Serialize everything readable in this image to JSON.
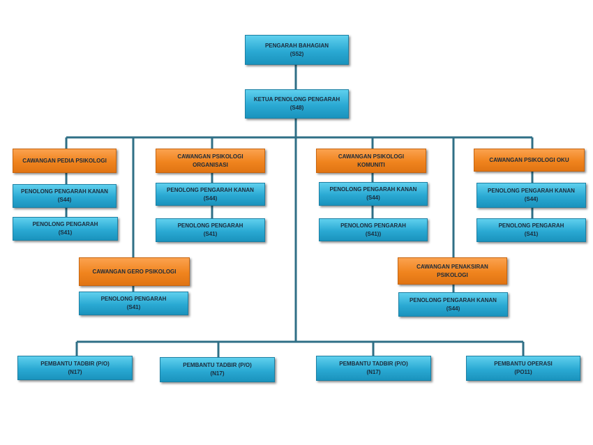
{
  "colors": {
    "line": "#2f6f86",
    "blue": "#2aa9d3",
    "orange": "#f0841e"
  },
  "nodes": {
    "director": {
      "title": "PENGARAH BAHAGIAN",
      "grade": "(S52)"
    },
    "deputy": {
      "title": "KETUA PENOLONG PENGARAH",
      "grade": "(S48)"
    },
    "pedia": {
      "title": "CAWANGAN PEDIA PSIKOLOGI",
      "ppk": "PENOLONG PENGARAH KANAN",
      "ppk_grade": "(S44)",
      "pp": "PENOLONG PENGARAH",
      "pp_grade": "(S41)"
    },
    "organisasi": {
      "title": "CAWANGAN PSIKOLOGI",
      "title2": "ORGANISASI",
      "ppk": "PENOLONG PENGARAH KANAN",
      "ppk_grade": "(S44)",
      "pp": "PENOLONG PENGARAH",
      "pp_grade": "(S41)"
    },
    "komuniti": {
      "title": "CAWANGAN PSIKOLOGI",
      "title2": "KOMUNITI",
      "ppk": "PENOLONG PENGARAH KANAN",
      "ppk_grade": "(S44)",
      "pp": "PENOLONG PENGARAH",
      "pp_grade": "(S41))"
    },
    "oku": {
      "title": "CAWANGAN PSIKOLOGI OKU",
      "ppk": "PENOLONG PENGARAH KANAN",
      "ppk_grade": "(S44)",
      "pp": "PENOLONG PENGARAH",
      "pp_grade": "(S41)"
    },
    "gero": {
      "title": "CAWANGAN GERO PSIKOLOGI",
      "pp": "PENOLONG PENGARAH",
      "pp_grade": "(S41)"
    },
    "penaksiran": {
      "title": "CAWANGAN PENAKSIRAN",
      "title2": "PSIKOLOGI",
      "ppk": "PENOLONG PENGARAH KANAN",
      "ppk_grade": "(S44)"
    },
    "support": [
      {
        "title": "PEMBANTU TADBIR (P/O)",
        "grade": "(N17)"
      },
      {
        "title": "PEMBANTU TADBIR (P/O)",
        "grade": "(N17)"
      },
      {
        "title": "PEMBANTU TADBIR (P/O)",
        "grade": "(N17)"
      },
      {
        "title": "PEMBANTU OPERASI",
        "grade": "(PO11)"
      }
    ]
  }
}
